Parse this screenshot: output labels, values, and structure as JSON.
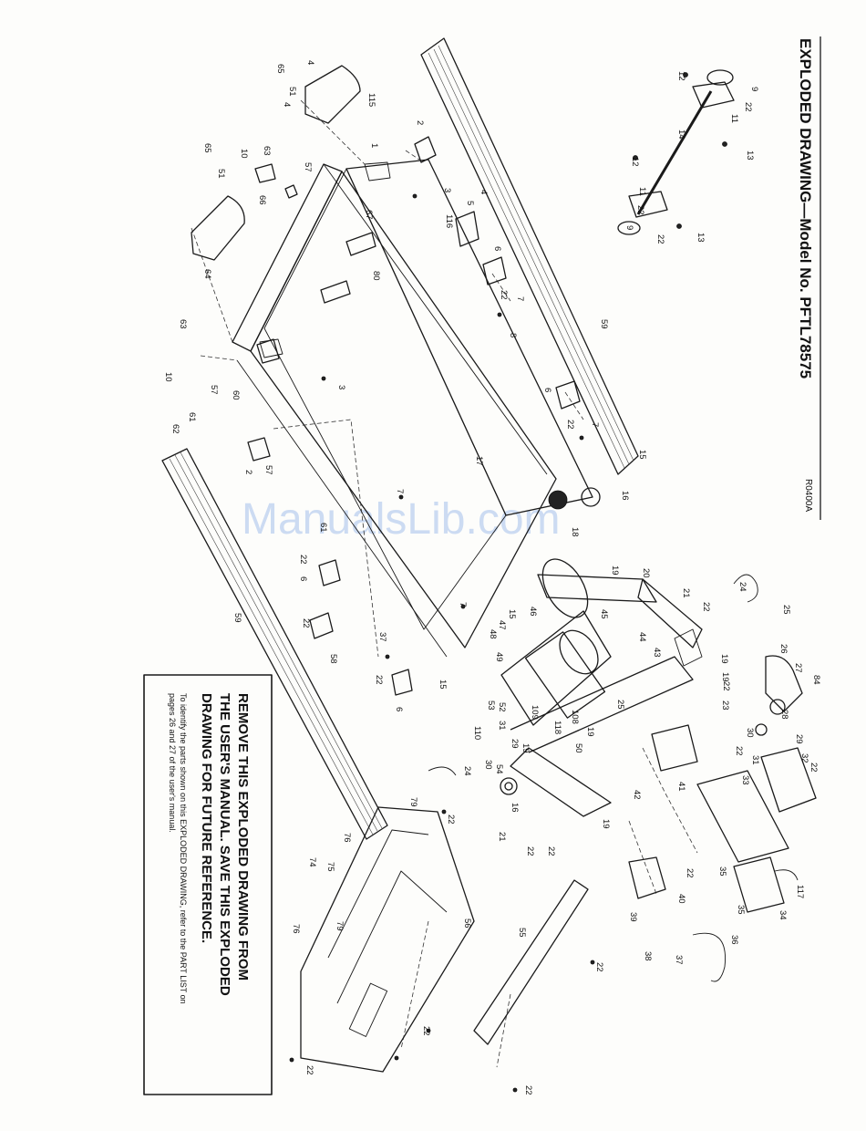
{
  "header": {
    "title": "EXPLODED DRAWING—Model No. PFTL78575",
    "drawing_code": "R0400A"
  },
  "watermark": "ManualsLib.com",
  "notice": {
    "lines": [
      "REMOVE THIS EXPLODED DRAWING FROM",
      "THE USER'S MANUAL. SAVE THIS EXPLODED",
      "DRAWING FOR FUTURE REFERENCE."
    ],
    "instructions": [
      "To identify the parts shown on this EXPLODED DRAWING, refer to the PART LIST on",
      "pages 26 and 27 of the user's manual."
    ]
  },
  "labels": [
    {
      "t": "65"
    },
    {
      "t": "4"
    },
    {
      "t": "51"
    },
    {
      "t": "4"
    },
    {
      "t": "115"
    },
    {
      "t": "12"
    },
    {
      "t": "9"
    },
    {
      "t": "22"
    },
    {
      "t": "11"
    },
    {
      "t": "14"
    },
    {
      "t": "13"
    },
    {
      "t": "12"
    },
    {
      "t": "11"
    },
    {
      "t": "22"
    },
    {
      "t": "9"
    },
    {
      "t": "22"
    },
    {
      "t": "13"
    },
    {
      "t": "2"
    },
    {
      "t": "1"
    },
    {
      "t": "10"
    },
    {
      "t": "63"
    },
    {
      "t": "65"
    },
    {
      "t": "51"
    },
    {
      "t": "57"
    },
    {
      "t": "66"
    },
    {
      "t": "3"
    },
    {
      "t": "67"
    },
    {
      "t": "4"
    },
    {
      "t": "5"
    },
    {
      "t": "116"
    },
    {
      "t": "64"
    },
    {
      "t": "6"
    },
    {
      "t": "22"
    },
    {
      "t": "7"
    },
    {
      "t": "80"
    },
    {
      "t": "59"
    },
    {
      "t": "8"
    },
    {
      "t": "63"
    },
    {
      "t": "10"
    },
    {
      "t": "57"
    },
    {
      "t": "60"
    },
    {
      "t": "3"
    },
    {
      "t": "61"
    },
    {
      "t": "62"
    },
    {
      "t": "6"
    },
    {
      "t": "22"
    },
    {
      "t": "7"
    },
    {
      "t": "2"
    },
    {
      "t": "57"
    },
    {
      "t": "15"
    },
    {
      "t": "17"
    },
    {
      "t": "16"
    },
    {
      "t": "18"
    },
    {
      "t": "7"
    },
    {
      "t": "61"
    },
    {
      "t": "22"
    },
    {
      "t": "6"
    },
    {
      "t": "19"
    },
    {
      "t": "20"
    },
    {
      "t": "21"
    },
    {
      "t": "22"
    },
    {
      "t": "24"
    },
    {
      "t": "25"
    },
    {
      "t": "22"
    },
    {
      "t": "58"
    },
    {
      "t": "7"
    },
    {
      "t": "46"
    },
    {
      "t": "15"
    },
    {
      "t": "47"
    },
    {
      "t": "48"
    },
    {
      "t": "45"
    },
    {
      "t": "44"
    },
    {
      "t": "43"
    },
    {
      "t": "19"
    },
    {
      "t": "26"
    },
    {
      "t": "27"
    },
    {
      "t": "84"
    },
    {
      "t": "49"
    },
    {
      "t": "22"
    },
    {
      "t": "23"
    },
    {
      "t": "19"
    },
    {
      "t": "28"
    },
    {
      "t": "29"
    },
    {
      "t": "30"
    },
    {
      "t": "37"
    },
    {
      "t": "22"
    },
    {
      "t": "6"
    },
    {
      "t": "59"
    },
    {
      "t": "15"
    },
    {
      "t": "53"
    },
    {
      "t": "52"
    },
    {
      "t": "109"
    },
    {
      "t": "108"
    },
    {
      "t": "25"
    },
    {
      "t": "31"
    },
    {
      "t": "110"
    },
    {
      "t": "118"
    },
    {
      "t": "19"
    },
    {
      "t": "29"
    },
    {
      "t": "50"
    },
    {
      "t": "30"
    },
    {
      "t": "54"
    },
    {
      "t": "19"
    },
    {
      "t": "22"
    },
    {
      "t": "31"
    },
    {
      "t": "32"
    },
    {
      "t": "22"
    },
    {
      "t": "24"
    },
    {
      "t": "41"
    },
    {
      "t": "33"
    },
    {
      "t": "16"
    },
    {
      "t": "42"
    },
    {
      "t": "19"
    },
    {
      "t": "22"
    },
    {
      "t": "21"
    },
    {
      "t": "22"
    },
    {
      "t": "79"
    },
    {
      "t": "22"
    },
    {
      "t": "76"
    },
    {
      "t": "35"
    },
    {
      "t": "117"
    },
    {
      "t": "74"
    },
    {
      "t": "75"
    },
    {
      "t": "22"
    },
    {
      "t": "39"
    },
    {
      "t": "40"
    },
    {
      "t": "34"
    },
    {
      "t": "35"
    },
    {
      "t": "56"
    },
    {
      "t": "36"
    },
    {
      "t": "79"
    },
    {
      "t": "76"
    },
    {
      "t": "55"
    },
    {
      "t": "38"
    },
    {
      "t": "37"
    },
    {
      "t": "22"
    },
    {
      "t": "22"
    },
    {
      "t": "22"
    },
    {
      "t": "22"
    }
  ]
}
